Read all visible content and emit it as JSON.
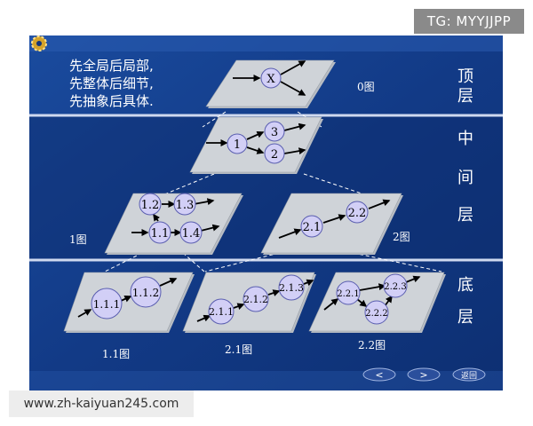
{
  "watermark_top": "TG: MYYJJPP",
  "watermark_bottom": "www.zh-kaiyuan245.com",
  "principles": [
    "先全局后局部,",
    "先整体后细节,",
    "先抽象后具体."
  ],
  "layers": {
    "top": [
      "顶",
      "层"
    ],
    "middle": [
      "中",
      "间",
      "层"
    ],
    "bottom": [
      "底",
      "层"
    ]
  },
  "diagrams": {
    "fig0": {
      "caption": "0图",
      "nodes": [
        "X"
      ]
    },
    "fig_mid": {
      "nodes": [
        "1",
        "3",
        "2"
      ]
    },
    "fig1": {
      "caption": "1图",
      "nodes": [
        "1.2",
        "1.3",
        "1.1",
        "1.4"
      ]
    },
    "fig2": {
      "caption": "2图",
      "nodes": [
        "2.1",
        "2.2"
      ]
    },
    "fig11": {
      "caption": "1.1图",
      "nodes": [
        "1.1.1",
        "1.1.2"
      ]
    },
    "fig21": {
      "caption": "2.1图",
      "nodes": [
        "2.1.1",
        "2.1.2",
        "2.1.3"
      ]
    },
    "fig22": {
      "caption": "2.2图",
      "nodes": [
        "2.2.1",
        "2.2.3",
        "2.2.2"
      ]
    }
  },
  "nav": {
    "prev": "<",
    "next": ">",
    "back": "返回"
  },
  "colors": {
    "background": "#123a86",
    "band": "#0e2d6c",
    "divider": "#cfd9ef",
    "parallelogram": "#c4c9ce",
    "node": "#d0cdf6",
    "node_stroke": "#5a5eb0",
    "text": "#ffffff"
  },
  "icons": {
    "corner": "gear-icon"
  }
}
